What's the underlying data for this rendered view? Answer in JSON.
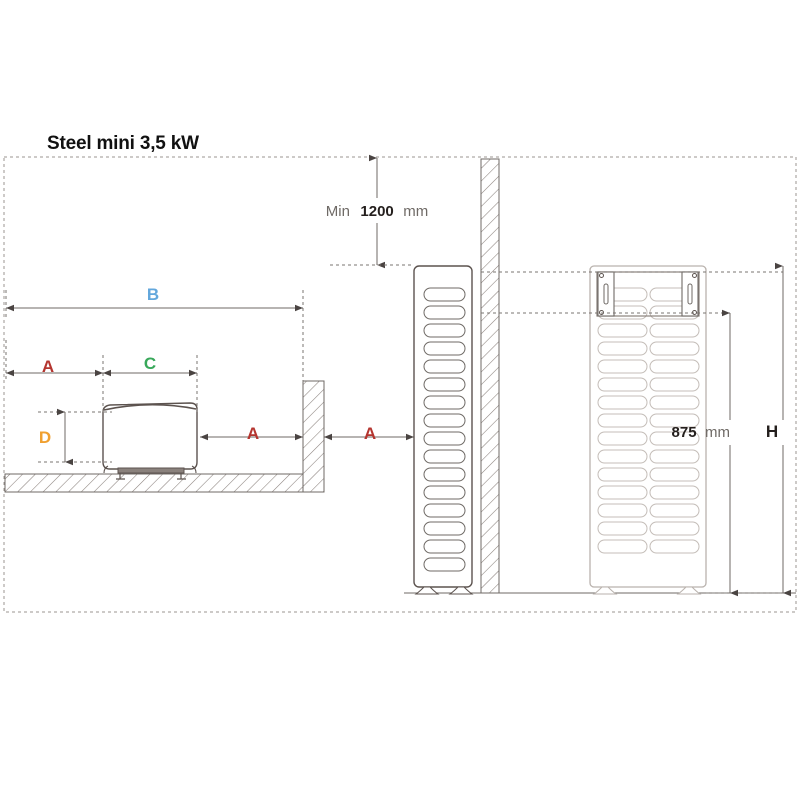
{
  "title": "Steel mini 3,5 kW",
  "labels": {
    "a": "A",
    "b": "B",
    "c": "C",
    "d": "D",
    "h": "H"
  },
  "colors": {
    "a": "#b4352f",
    "b": "#63a7dc",
    "c": "#38a85a",
    "d": "#f0a030",
    "line": "#6f6a66",
    "outline": "#5c534f",
    "hatch": "#8a817c",
    "title": "#111111"
  },
  "dimensions": {
    "min_clearance_prefix": "Min",
    "min_clearance_value": "1200",
    "min_clearance_unit": "mm",
    "height_value": "875",
    "height_unit": "mm",
    "height_symbol": "H"
  },
  "views": {
    "section_view": "side-section-view",
    "front_view": "front-elevation-view"
  }
}
